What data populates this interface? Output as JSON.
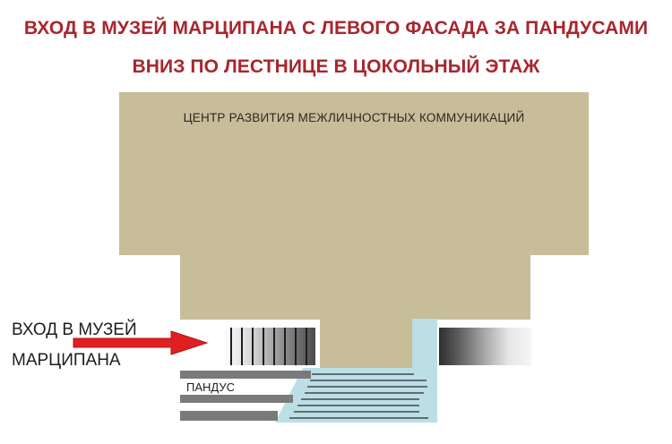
{
  "heading": {
    "line1": "ВХОД В МУЗЕЙ МАРЦИПАНА С ЛЕВОГО ФАСАДА ЗА ПАНДУСАМИ",
    "line2": "ВНИЗ ПО ЛЕСТНИЦЕ В ЦОКОЛЬНЫЙ ЭТАЖ"
  },
  "building": {
    "name": "ЦЕНТР РАЗВИТИЯ МЕЖЛИЧНОСТНЫХ КОММУНИКАЦИЙ"
  },
  "entrance": {
    "line1": "ВХОД В МУЗЕЙ",
    "line2": "МАРЦИПАНА"
  },
  "ramp": {
    "label": "ПАНДУС"
  },
  "colors": {
    "title": "#a8262d",
    "building": "#c7bd99",
    "stair_well": "#bcdfe6",
    "arrow": "#e02020",
    "ramp": "#7a7a7a"
  }
}
